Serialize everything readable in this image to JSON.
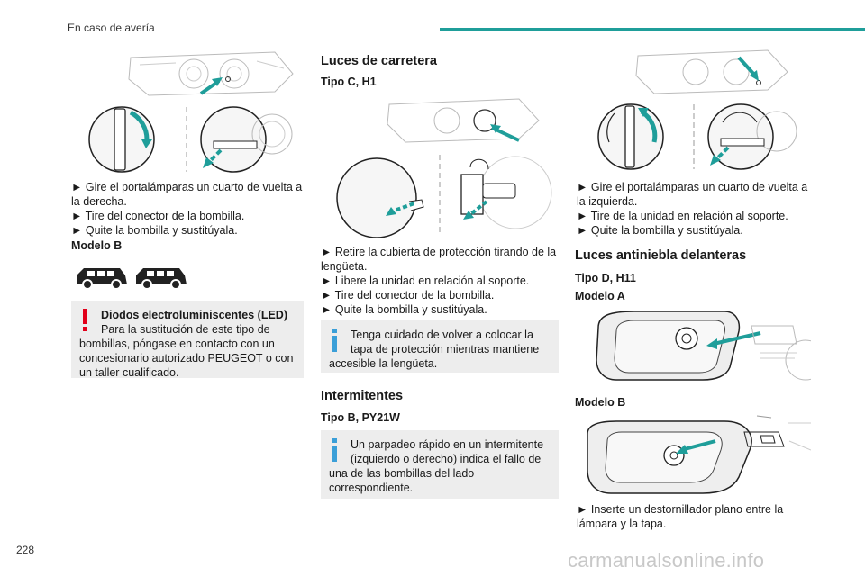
{
  "header": {
    "title": "En caso de avería"
  },
  "footer": {
    "page_number": "228",
    "watermark": "carmanualsonline.info"
  },
  "col1": {
    "steps": [
      "► Gire el portalámparas un cuarto de vuelta a la derecha.",
      "► Tire del conector de la bombilla.",
      "► Quite la bombilla y sustitúyala."
    ],
    "model_b_heading": "Modelo B",
    "warning_title": "Diodos electroluminiscentes (LED)",
    "warning_first": "Para la sustitución de este tipo de",
    "warning_rest": "bombillas, póngase en contacto con un concesionario autorizado PEUGEOT o con un taller cualificado."
  },
  "col2": {
    "section_high_beam": "Luces de carretera",
    "type_c": "Tipo C, H1",
    "steps": [
      "► Retire la cubierta de protección tirando de la lengüeta.",
      "► Libere la unidad en relación al soporte.",
      "► Tire del conector de la bombilla.",
      "► Quite la bombilla y sustitúyala."
    ],
    "info1_first": "Tenga cuidado de volver a colocar la",
    "info1_second": "tapa de protección mientras mantiene",
    "info1_rest": "accesible la lengüeta.",
    "section_indicators": "Intermitentes",
    "type_b": "Tipo B, PY21W",
    "info2_first": "Un parpadeo rápido en un intermitente",
    "info2_second": "(izquierdo o derecho) indica el fallo de",
    "info2_rest": "una de las bombillas del lado correspondiente."
  },
  "col3": {
    "steps": [
      "► Gire el portalámparas un cuarto de vuelta a la izquierda.",
      "► Tire de la unidad en relación al soporte.",
      "► Quite la bombilla y sustitúyala."
    ],
    "section_fog": "Luces antiniebla delanteras",
    "type_d": "Tipo D, H11",
    "model_a": "Modelo A",
    "model_b": "Modelo B",
    "step_screwdriver": "► Inserte un destornillador plano entre la lámpara y la tapa."
  },
  "colors": {
    "accent": "#1f9e9a",
    "note_bg": "#ededed",
    "warning": "#e2001a",
    "info": "#3b9fd8"
  }
}
